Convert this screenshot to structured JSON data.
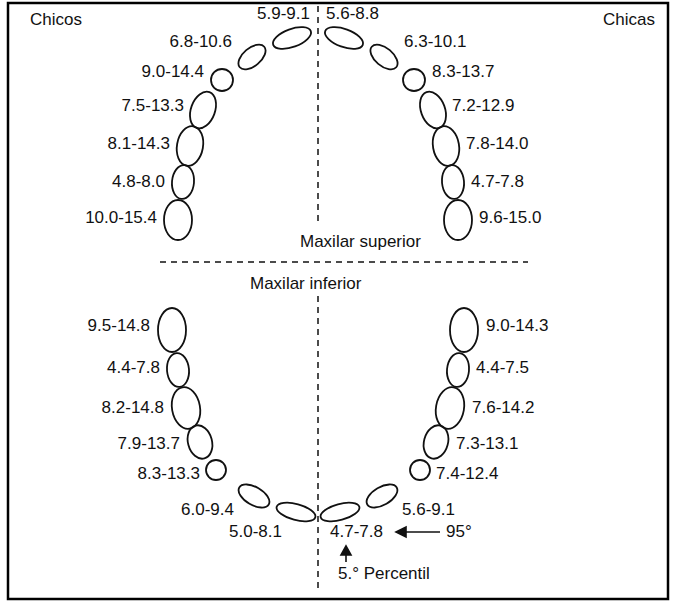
{
  "diagram": {
    "labels": [
      "Chicos",
      "5.9-9.1",
      "5.6-8.8",
      "Chicas",
      "6.8-10.6",
      "6.3-10.1",
      "9.0-14.4",
      "8.3-13.7",
      "7.5-13.3",
      "7.2-12.9",
      "8.1-14.3",
      "7.8-14.0",
      "4.8-8.0",
      "4.7-7.8",
      "10.0-15.4",
      "9.6-15.0",
      "Maxilar superior",
      "Maxilar inferior",
      "9.5-14.8",
      "9.0-14.3",
      "4.4-7.8",
      "4.4-7.5",
      "8.2-14.8",
      "7.6-14.2",
      "7.9-13.7",
      "7.3-13.1",
      "8.3-13.3",
      "7.4-12.4",
      "6.0-9.4",
      "5.6-9.1",
      "5.0-8.1",
      "4.7-7.8",
      "95°",
      "5.° Percentil"
    ]
  }
}
